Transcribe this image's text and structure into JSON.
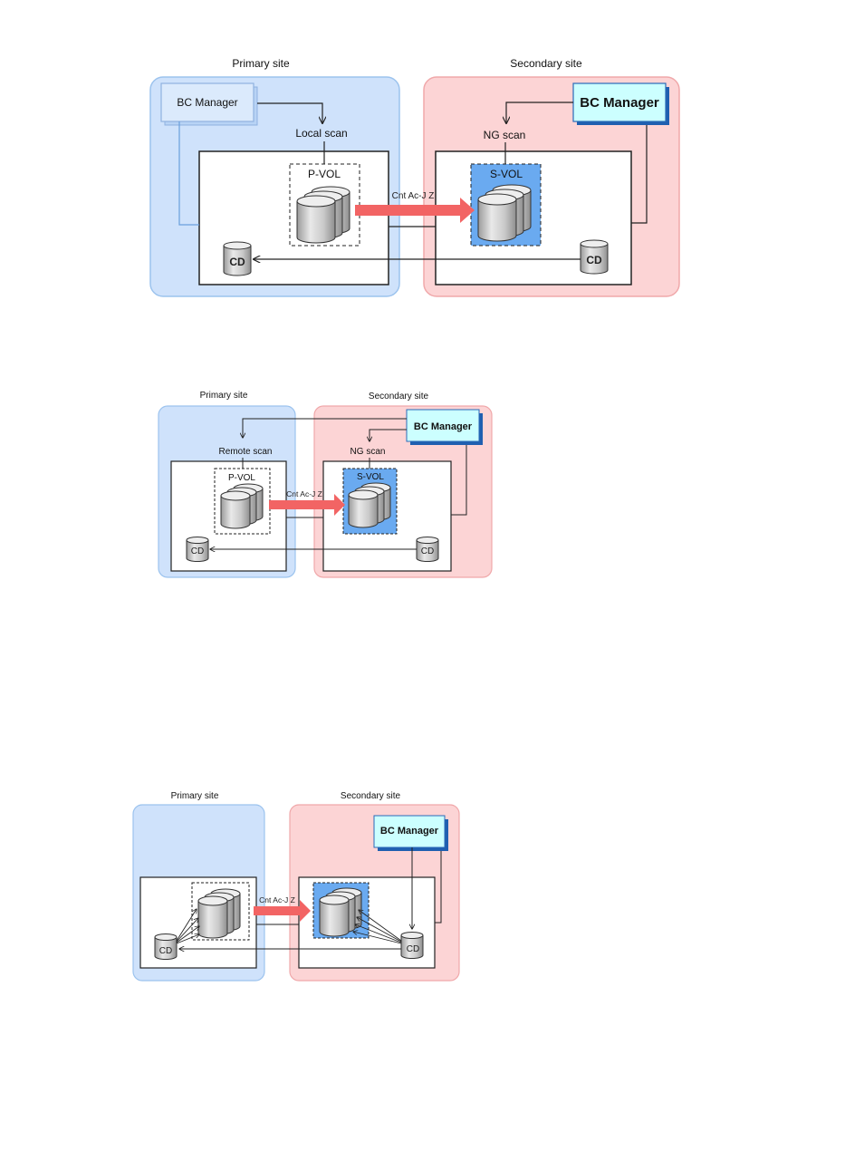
{
  "diagram1": {
    "primary_site": "Primary site",
    "secondary_site": "Secondary site",
    "bc_manager_primary": "BC Manager",
    "bc_manager_secondary": "BC Manager",
    "scan_primary": "Local scan",
    "scan_secondary": "NG scan",
    "pvol": "P-VOL",
    "svol": "S-VOL",
    "link": "Cnt Ac-J Z",
    "cd_primary": "CD",
    "cd_secondary": "CD"
  },
  "diagram2": {
    "primary_site": "Primary site",
    "secondary_site": "Secondary site",
    "bc_manager": "BC Manager",
    "scan_primary": "Remote scan",
    "scan_secondary": "NG scan",
    "pvol": "P-VOL",
    "svol": "S-VOL",
    "link": "Cnt Ac-J Z",
    "cd_primary": "CD",
    "cd_secondary": "CD"
  },
  "diagram3": {
    "primary_site": "Primary site",
    "secondary_site": "Secondary site",
    "bc_manager": "BC Manager",
    "link": "Cnt Ac-J Z",
    "cd_primary": "CD",
    "cd_secondary": "CD"
  },
  "colors": {
    "primary_bg": "#cfe2fb",
    "primary_border": "#9cc3ee",
    "secondary_bg": "#fcd4d5",
    "secondary_border": "#f0a8aa",
    "bc_manager_active": "#ccffff",
    "bc_manager_inactive": "#dbeafc",
    "svol_fill": "#6aaaf0",
    "replication_arrow": "#f26464"
  }
}
